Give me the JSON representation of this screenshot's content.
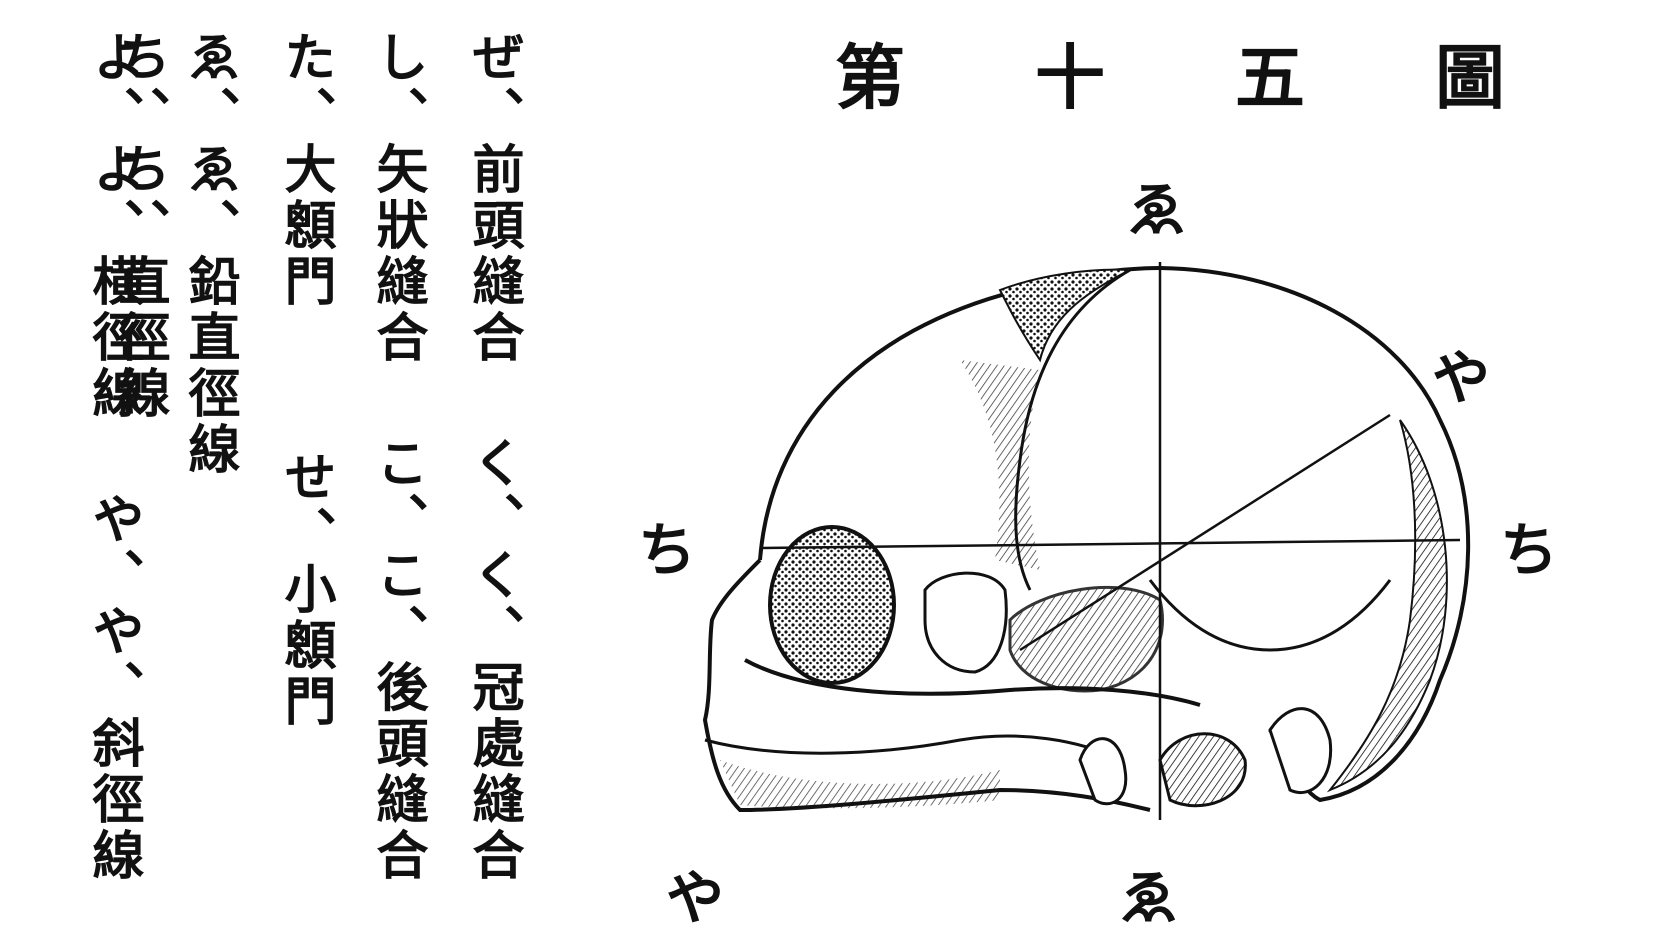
{
  "title": {
    "chars": [
      "第",
      "十",
      "五",
      "圖"
    ]
  },
  "legend_columns": [
    {
      "top": "ぜ、前頭縫合",
      "bottom": "く、く、冠處縫合"
    },
    {
      "top": "し、矢狀縫合",
      "bottom": "こ、こ、後頭縫合"
    },
    {
      "top": "た、大顖門",
      "bottom": "せ、小顖門"
    },
    {
      "top": "ゑ、ゑ、鉛直徑線",
      "bottom": "ち、ち、直徑線"
    },
    {
      "top": "よ、よ、横徑線",
      "bottom": "や、や、斜徑線"
    }
  ],
  "diagram_labels": {
    "top_center": "ゑ",
    "bottom_center": "ゑ",
    "left": "ち",
    "right": "ち",
    "upper_right": "や",
    "lower_left": "や"
  },
  "colors": {
    "ink": "#111111",
    "paper": "#ffffff"
  }
}
